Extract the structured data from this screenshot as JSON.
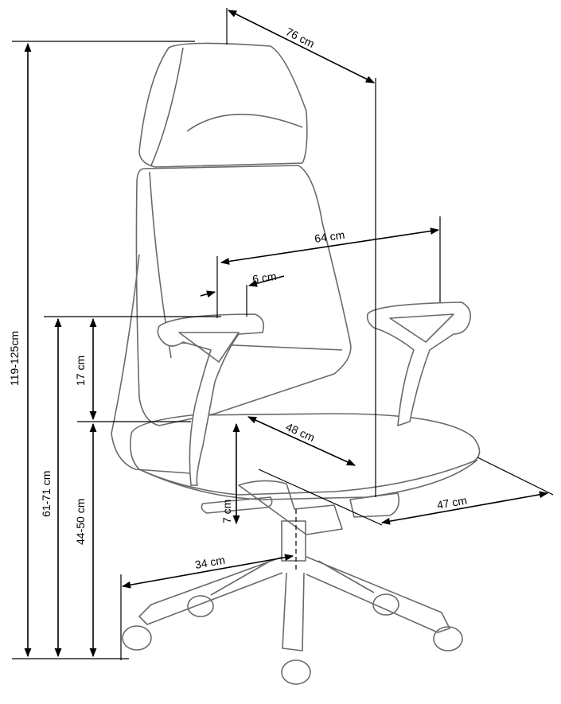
{
  "title": "Office chair dimensions",
  "dimensions": {
    "total_height": "119-125cm",
    "depth_total": "76 cm",
    "width_armrests": "64 cm",
    "armrest_width": "6 cm",
    "armrest_above_seat": "17 cm",
    "armrest_height": "61-71 cm",
    "seat_height": "44-50 cm",
    "seat_depth": "48 cm",
    "seat_width": "47 cm",
    "height_adjust": "7 cm",
    "base_radius": "34 cm"
  },
  "colors": {
    "line": "#000000",
    "chair": "#6a6a6a"
  }
}
